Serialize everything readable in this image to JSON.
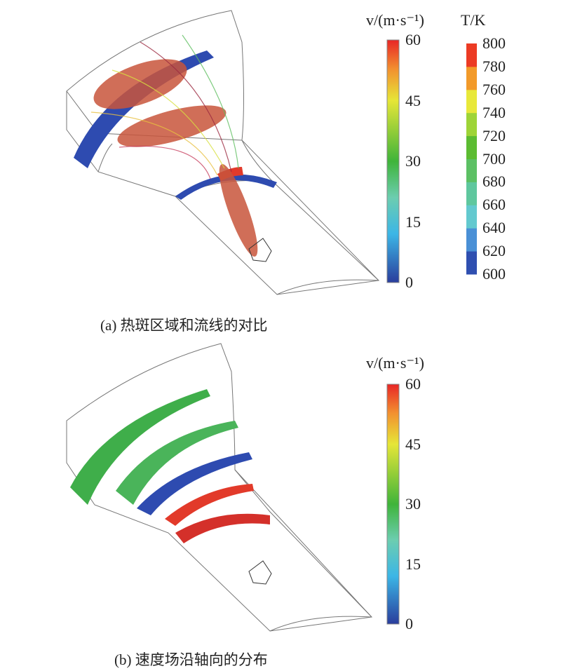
{
  "panel_a": {
    "caption": "(a) 热斑区域和流线的对比",
    "velocity_colorbar": {
      "title": "v/(m·s⁻¹)",
      "ticks": [
        "60",
        "45",
        "30",
        "15",
        "0"
      ],
      "min": 0,
      "max": 60
    },
    "temperature_colorbar": {
      "title": "T/K",
      "ticks": [
        "800",
        "780",
        "760",
        "740",
        "720",
        "700",
        "680",
        "660",
        "640",
        "620",
        "600"
      ],
      "min": 600,
      "max": 800,
      "bands": [
        "#2f4fb0",
        "#4a90d6",
        "#63c9cf",
        "#5fc79e",
        "#5cc064",
        "#5cbc32",
        "#9ed437",
        "#e8e83a",
        "#f29a2a",
        "#ec3b24"
      ]
    }
  },
  "panel_b": {
    "caption": "(b) 速度场沿轴向的分布",
    "velocity_colorbar": {
      "title": "v/(m·s⁻¹)",
      "ticks": [
        "60",
        "45",
        "30",
        "15",
        "0"
      ],
      "min": 0,
      "max": 60
    }
  }
}
